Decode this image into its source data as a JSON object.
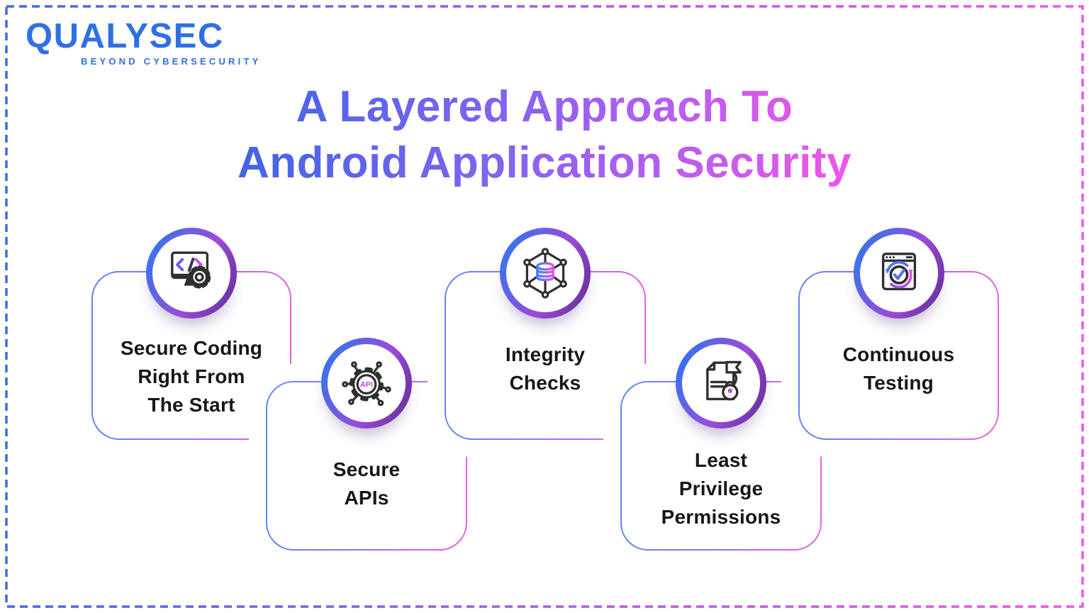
{
  "logo": {
    "name": "QUALYSEC",
    "tagline": "BEYOND CYBERSECURITY"
  },
  "title": {
    "line1": "A Layered Approach To",
    "line2": "Android Application Security"
  },
  "cards": [
    {
      "label": "Secure Coding\nRight From\nThe Start",
      "icon": "secure-coding-icon"
    },
    {
      "label": "Secure\nAPIs",
      "icon": "api-gear-icon",
      "icon_text": "API"
    },
    {
      "label": "Integrity\nChecks",
      "icon": "network-database-icon"
    },
    {
      "label": "Least\nPrivilege\nPermissions",
      "icon": "document-lock-icon"
    },
    {
      "label": "Continuous\nTesting",
      "icon": "browser-refresh-check-icon"
    }
  ],
  "colors": {
    "logo_blue": "#2f70e2",
    "title_gradient_start": "#4164e8",
    "title_gradient_end": "#f155ea",
    "card_border_start": "#5f86f2",
    "card_border_end": "#e364e0",
    "ring_gradient_start": "#2a79f1",
    "ring_gradient_end": "#5b2b90",
    "dashed_border_start": "#3b6ae8",
    "dashed_border_end": "#ef55e8",
    "icon_stroke": "#2f2f2f",
    "label_text": "#171717"
  }
}
